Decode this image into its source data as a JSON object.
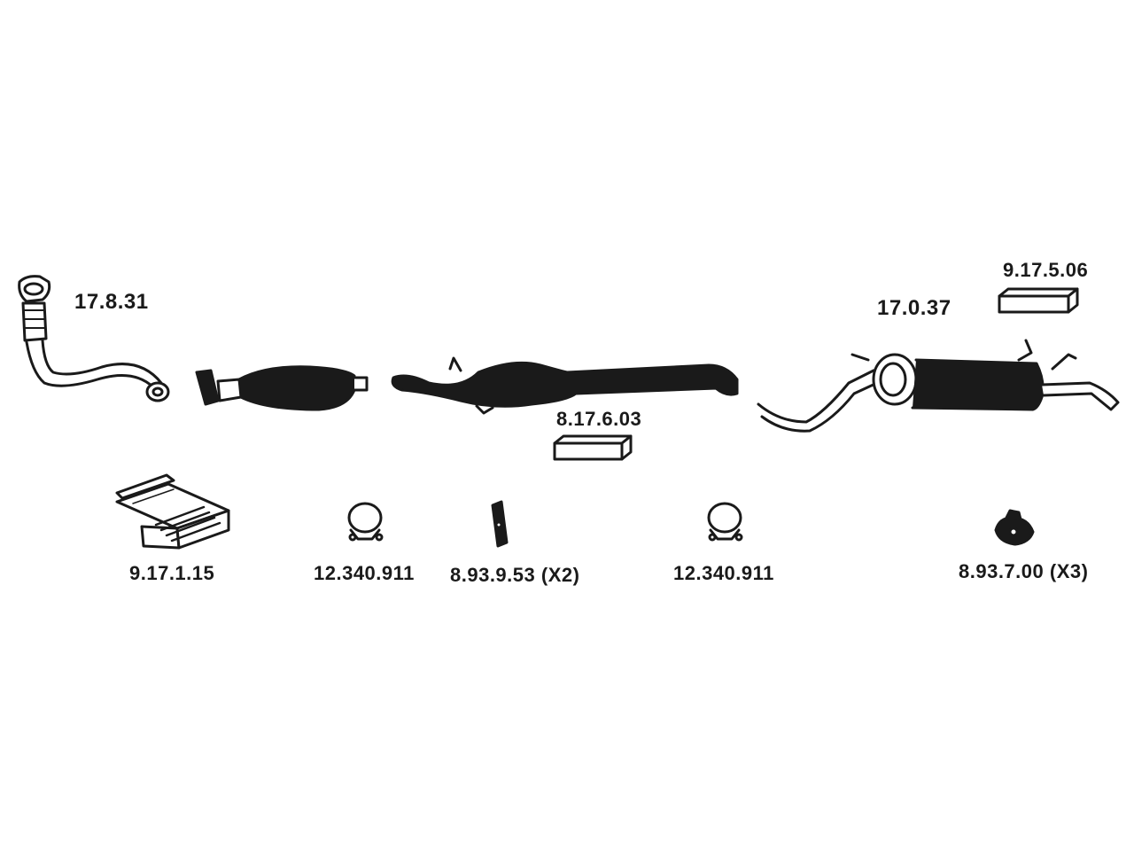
{
  "parts": {
    "front_pipe": "17.8.31",
    "catalyst_box": "8.17.6.03",
    "rear_muffler": "17.0.37",
    "rear_box": "9.17.5.06",
    "mounting_kit": "9.17.1.15",
    "clamp_1": "12.340.911",
    "hanger_1": "8.93.9.53 (X2)",
    "clamp_2": "12.340.911",
    "hanger_2": "8.93.7.00 (X3)"
  },
  "colors": {
    "line": "#1a1a1a",
    "background": "#ffffff"
  },
  "icons": [
    "front-pipe-icon",
    "catalytic-converter-icon",
    "center-pipe-icon",
    "rear-muffler-icon",
    "box-icon",
    "mounting-kit-icon",
    "clamp-icon",
    "rubber-hanger-icon",
    "mount-bracket-icon"
  ]
}
